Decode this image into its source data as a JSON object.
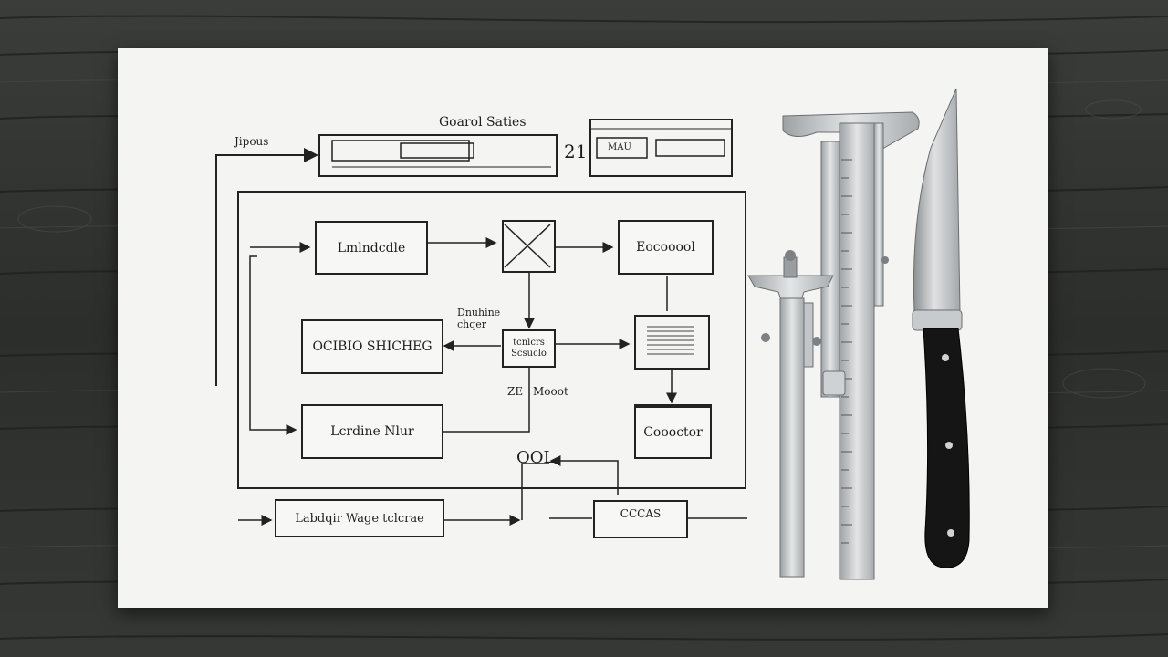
{
  "scene": {
    "description_colors": {
      "wood": "#2f3230",
      "paper": "#f4f4f2",
      "ink": "#222222",
      "steel": "#c9ccce",
      "knife_handle": "#151515"
    }
  },
  "diagram": {
    "top_label": "Goarol Saties",
    "input_label": "Jipous",
    "pair_label": "21",
    "top_right_box": "MAU",
    "boxes": {
      "b1": "Lmlndcdle",
      "b2": "",
      "b3": "Eocooool",
      "b4": "OCIBIO SHICHEG",
      "b5": "tcnlcrs Scsuclo",
      "b6": "",
      "b7": "Lcrdine Nlur",
      "b8": "Coooctor",
      "b9": "Labdqir Wage tclcrae",
      "b10": "CCCAS"
    },
    "notes": {
      "n1": "Dnuhine chqer",
      "n2": "Mooot",
      "n3": "ZE",
      "n4": "OOL"
    }
  },
  "tools": [
    "vernier-caliper",
    "small-caliper",
    "chef-knife"
  ]
}
